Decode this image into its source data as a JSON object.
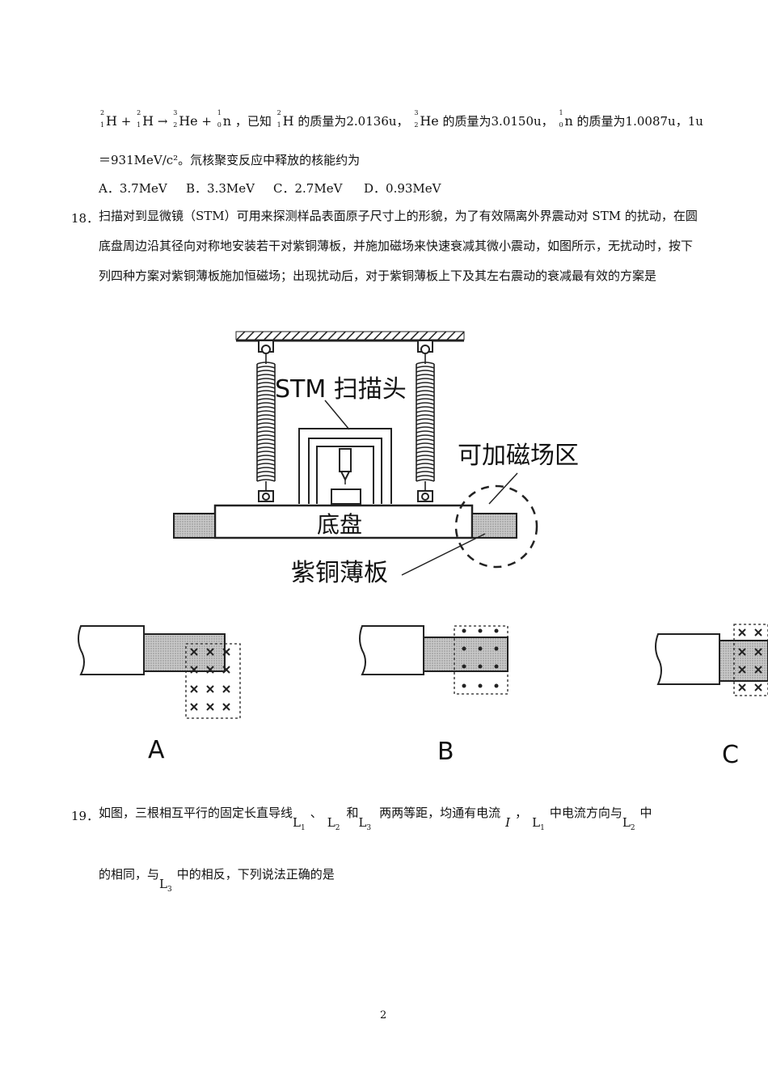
{
  "q17": {
    "line1_tail": "，已知",
    "mass_h": "的质量为2.0136u，",
    "mass_he": "的质量为3.0150u，",
    "mass_n": "的质量为1.0087u，1u",
    "line2": "＝931MeV/c²。氘核聚变反应中释放的核能约为",
    "options": [
      "A．3.7MeV",
      "B．3.3MeV",
      "C．2.7MeV",
      "D．0.93MeV"
    ],
    "nuclides": {
      "h2": {
        "a": "2",
        "z": "1",
        "sym": "H"
      },
      "he3": {
        "a": "3",
        "z": "2",
        "sym": "He"
      },
      "n1": {
        "a": "1",
        "z": "0",
        "sym": "n"
      },
      "plus": "+",
      "arrow": "→"
    }
  },
  "q18": {
    "number": "18．",
    "text": "扫描对到显微镜（STM）可用来探测样品表面原子尺寸上的形貌，为了有效隔离外界震动对 STM 的扰动，在圆底盘周边沿其径向对称地安装若干对紫铜薄板，并施加磁场来快速衰减其微小震动，如图所示，无扰动时，按下列四种方案对紫铜薄板施加恒磁场；出现扰动后，对于紫铜薄板上下及其左右震动的衰减最有效的方案是",
    "diagram": {
      "label_head": "STM 扫描头",
      "label_field": "可加磁场区",
      "label_base": "底盘",
      "label_plate": "紫铜薄板"
    },
    "options": [
      "A",
      "B",
      "C"
    ]
  },
  "q19": {
    "number": "19．",
    "part1": "如图，三根相互平行的固定长直导线",
    "sep1": "、",
    "sep2": "和",
    "part2": "两两等距，均通有电流",
    "current": "I",
    "sep3": "，",
    "part3": "中电流方向与",
    "part4": "中",
    "line2a": "的相同，与",
    "line2b": "中的相反，下列说法正确的是",
    "wires": [
      "L",
      "L",
      "L"
    ],
    "wire_subs": [
      "1",
      "2",
      "3"
    ]
  },
  "page_number": "2"
}
